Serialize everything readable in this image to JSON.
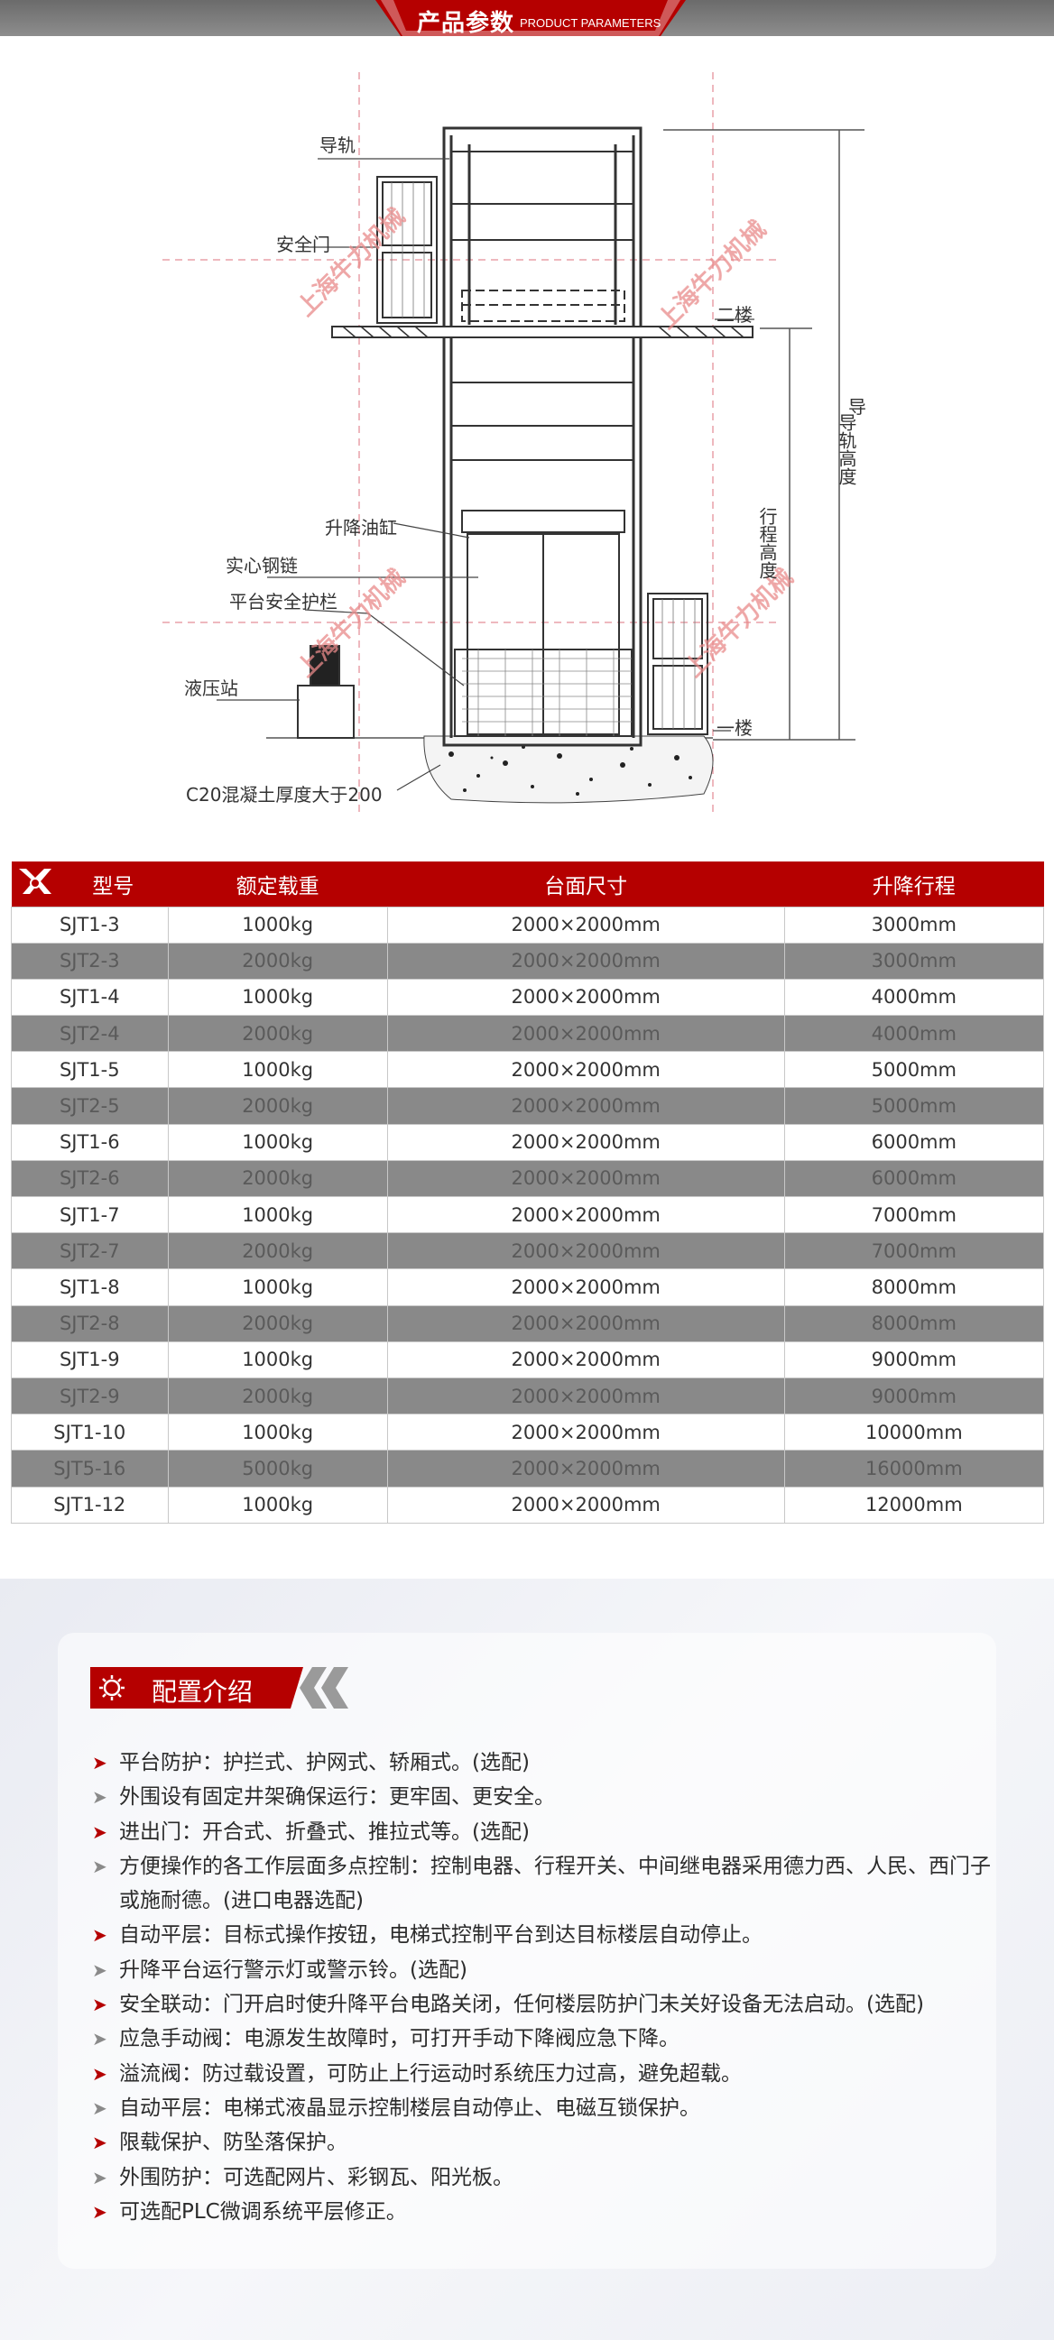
{
  "banner": {
    "title": "产品参数",
    "subtitle": "PRODUCT PARAMETERS"
  },
  "diagram": {
    "labels": {
      "guide_rail": "导轨",
      "safety_door": "安全门",
      "second_floor": "二楼",
      "rail_height": "导轨高度",
      "travel_height": "行程高度",
      "lift_cylinder": "升降油缸",
      "solid_chain": "实心钢链",
      "platform_guardrail": "平台安全护栏",
      "hydraulic_station": "液压站",
      "first_floor": "一楼",
      "concrete_note": "C20混凝土厚度大于200"
    },
    "watermark": "上海牛力机械"
  },
  "table": {
    "headers": [
      "型号",
      "额定载重",
      "台面尺寸",
      "升降行程"
    ],
    "rows": [
      [
        "SJT1-3",
        "1000kg",
        "2000×2000mm",
        "3000mm"
      ],
      [
        "SJT2-3",
        "2000kg",
        "2000×2000mm",
        "3000mm"
      ],
      [
        "SJT1-4",
        "1000kg",
        "2000×2000mm",
        "4000mm"
      ],
      [
        "SJT2-4",
        "2000kg",
        "2000×2000mm",
        "4000mm"
      ],
      [
        "SJT1-5",
        "1000kg",
        "2000×2000mm",
        "5000mm"
      ],
      [
        "SJT2-5",
        "2000kg",
        "2000×2000mm",
        "5000mm"
      ],
      [
        "SJT1-6",
        "1000kg",
        "2000×2000mm",
        "6000mm"
      ],
      [
        "SJT2-6",
        "2000kg",
        "2000×2000mm",
        "6000mm"
      ],
      [
        "SJT1-7",
        "1000kg",
        "2000×2000mm",
        "7000mm"
      ],
      [
        "SJT2-7",
        "2000kg",
        "2000×2000mm",
        "7000mm"
      ],
      [
        "SJT1-8",
        "1000kg",
        "2000×2000mm",
        "8000mm"
      ],
      [
        "SJT2-8",
        "2000kg",
        "2000×2000mm",
        "8000mm"
      ],
      [
        "SJT1-9",
        "1000kg",
        "2000×2000mm",
        "9000mm"
      ],
      [
        "SJT2-9",
        "2000kg",
        "2000×2000mm",
        "9000mm"
      ],
      [
        "SJT1-10",
        "1000kg",
        "2000×2000mm",
        "10000mm"
      ],
      [
        "SJT5-16",
        "5000kg",
        "2000×2000mm",
        "16000mm"
      ],
      [
        "SJT1-12",
        "1000kg",
        "2000×2000mm",
        "12000mm"
      ]
    ]
  },
  "config": {
    "title": "配置介绍",
    "items": [
      {
        "text": "平台防护：护拦式、护网式、轿厢式。(选配)",
        "accent": "red"
      },
      {
        "text": "外围设有固定井架确保运行：更牢固、更安全。",
        "accent": "gray"
      },
      {
        "text": "进出门：开合式、折叠式、推拉式等。(选配)",
        "accent": "red"
      },
      {
        "text": "方便操作的各工作层面多点控制：控制电器、行程开关、中间继电器采用德力西、人民、西门子或施耐德。(进口电器选配)",
        "accent": "gray"
      },
      {
        "text": "自动平层：目标式操作按钮，电梯式控制平台到达目标楼层自动停止。",
        "accent": "red"
      },
      {
        "text": "升降平台运行警示灯或警示铃。(选配)",
        "accent": "gray"
      },
      {
        "text": "安全联动：门开启时使升降平台电路关闭，任何楼层防护门未关好设备无法启动。(选配)",
        "accent": "red"
      },
      {
        "text": "应急手动阀：电源发生故障时，可打开手动下降阀应急下降。",
        "accent": "gray"
      },
      {
        "text": "溢流阀：防过载设置，可防止上行运动时系统压力过高，避免超载。",
        "accent": "red"
      },
      {
        "text": "自动平层：电梯式液晶显示控制楼层自动停止、电磁互锁保护。",
        "accent": "gray"
      },
      {
        "text": "限载保护、防坠落保护。",
        "accent": "red"
      },
      {
        "text": "外围防护：可选配网片、彩钢瓦、阳光板。",
        "accent": "gray"
      },
      {
        "text": "可选配PLC微调系统平层修正。",
        "accent": "red"
      }
    ]
  },
  "colors": {
    "brand_red": "#b50000",
    "row_gray": "#898989",
    "accent_gray": "#8a8a8a"
  },
  "icons": [
    "brand-logo-icon",
    "gear-icon",
    "double-chevron-icon",
    "arrow-bullet-icon"
  ]
}
